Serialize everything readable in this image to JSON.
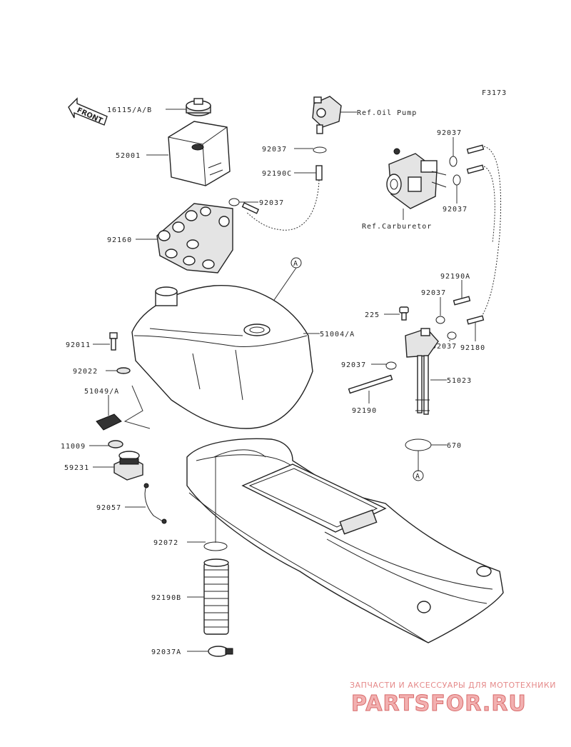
{
  "figure_id": "F3173",
  "front_label": "FRONT",
  "callouts": {
    "c16115": "16115/A/B",
    "c52001": "52001",
    "c92037_a": "92037",
    "c92190c": "92190C",
    "c92037_b": "92037",
    "c92160": "92160",
    "c_a_top": "A",
    "c51004": "51004/A",
    "c92011": "92011",
    "c92022": "92022",
    "c51049": "51049/A",
    "c11009": "11009",
    "c59231": "59231",
    "c92057": "92057",
    "c92072": "92072",
    "c92190b": "92190B",
    "c92037a": "92037A",
    "c_oil_pump": "Ref.Oil Pump",
    "c92037_c": "92037",
    "c92037_d": "92037",
    "c_carburetor": "Ref.Carburetor",
    "c92190a": "92190A",
    "c92037_e": "92037",
    "c225": "225",
    "c92037_f": "92037",
    "c92180": "92180",
    "c92037_g": "92037",
    "c51023": "51023",
    "c92190": "92190",
    "c670": "670",
    "c_a_bottom": "A"
  },
  "watermark": {
    "tagline": "ЗАПЧАСТИ И АКСЕССУАРЫ ДЛЯ МОТОТЕХНИКИ",
    "logo": "PARTSFOR.RU"
  }
}
